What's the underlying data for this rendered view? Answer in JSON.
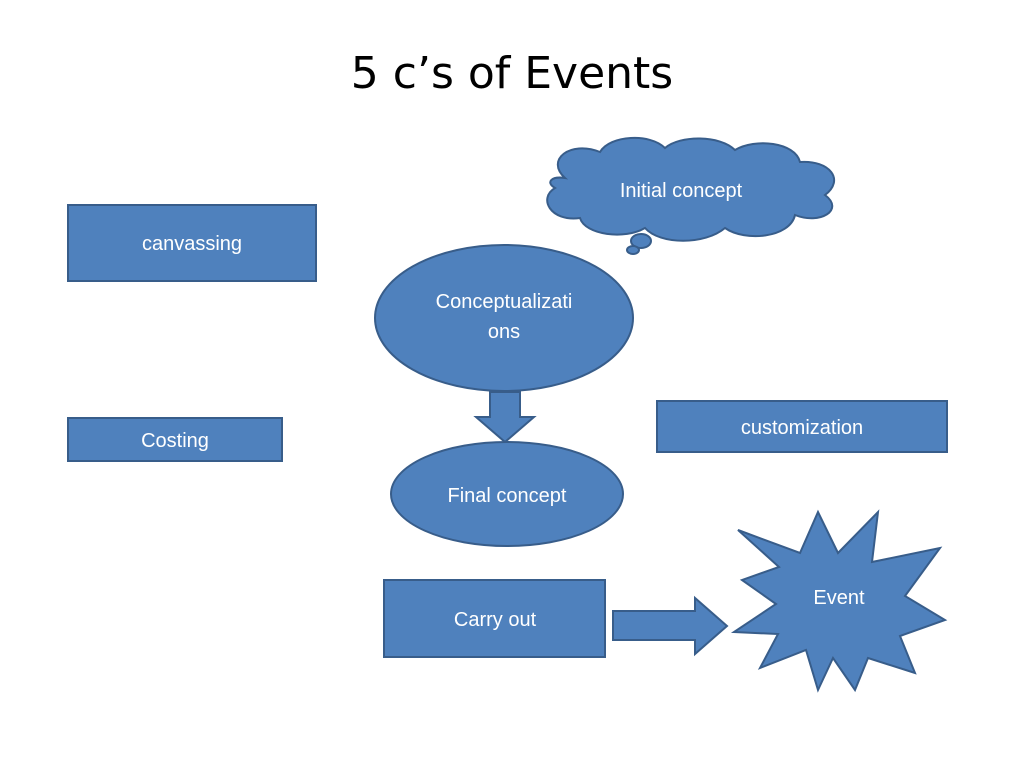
{
  "title": "5 c’s of  Events",
  "shapes": {
    "canvassing": "canvassing",
    "costing": "Costing",
    "initial_concept": "Initial concept",
    "conceptualizations_line1": "Conceptualizati",
    "conceptualizations_line2": "ons",
    "final_concept": "Final concept",
    "customization": "customization",
    "carry_out": "Carry out",
    "event": "Event"
  },
  "colors": {
    "shape_fill": "#4f81bd",
    "shape_stroke": "#385d8a",
    "label_text": "#ffffff",
    "title_text": "#000000"
  }
}
